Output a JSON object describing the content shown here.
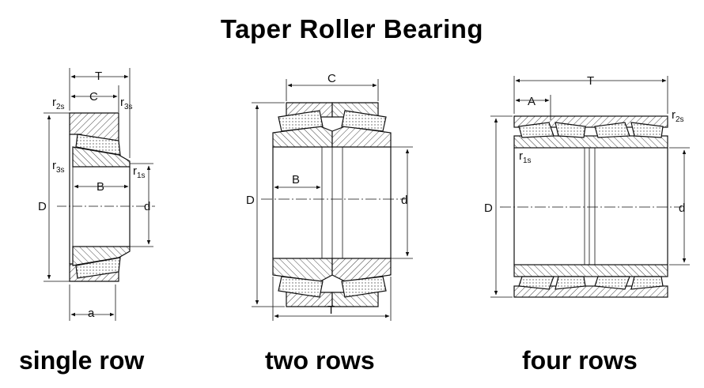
{
  "title": "Taper Roller Bearing",
  "captions": {
    "single": "single row",
    "two": "two rows",
    "four": "four rows"
  },
  "single_row": {
    "T": "T",
    "C": "C",
    "B": "B",
    "D": "D",
    "d": "d",
    "a": "a",
    "r2s": {
      "base": "r",
      "sub": "2s"
    },
    "r3s_top": {
      "base": "r",
      "sub": "3s"
    },
    "r3s_side": {
      "base": "r",
      "sub": "3s"
    },
    "r1s": {
      "base": "r",
      "sub": "1s"
    }
  },
  "two_rows": {
    "C": "C",
    "B": "B",
    "D": "D",
    "d": "d",
    "T": "T"
  },
  "four_rows": {
    "T": "T",
    "A": "A",
    "D": "D",
    "d": "d",
    "r2s": {
      "base": "r",
      "sub": "2s"
    },
    "r1s": {
      "base": "r",
      "sub": "1s"
    }
  }
}
